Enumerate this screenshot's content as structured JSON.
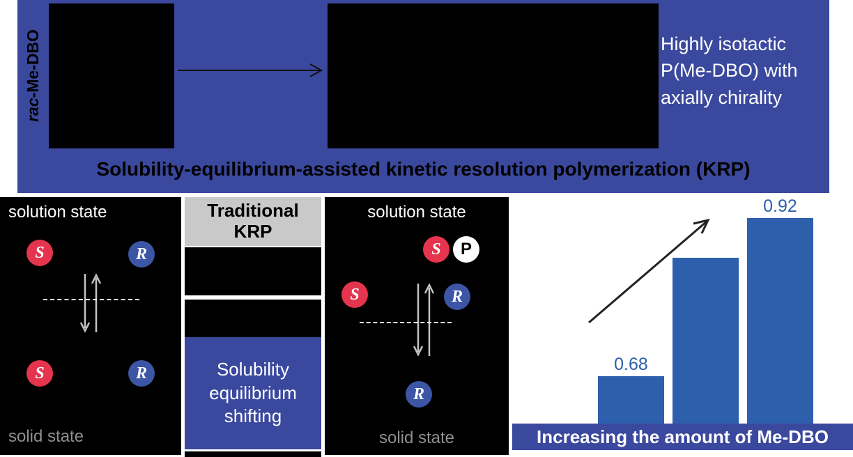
{
  "top": {
    "monomer_italic": "rac",
    "monomer_rest": "-Me-DBO",
    "product_text": "Highly isotactic P(Me-DBO) with axially chirality",
    "banner_title": "Solubility-equilibrium-assisted kinetic resolution polymerization (KRP)"
  },
  "traditional_panel": {
    "solution_label": "solution state",
    "solid_label": "solid state",
    "top_left_circle": "S",
    "top_right_circle": "R",
    "bottom_left_circle": "S",
    "bottom_right_circle": "R"
  },
  "middle_column": {
    "header": "Traditional KRP",
    "shifting_label": "Solubility equilibrium shifting"
  },
  "krp_panel": {
    "solution_label": "solution state",
    "solid_label": "solid state",
    "pair_monomer": "S",
    "pair_polymer": "P",
    "mid_left_circle": "S",
    "mid_right_circle": "R",
    "bottom_circle": "R"
  },
  "chart_data": {
    "type": "bar",
    "categories": [
      "",
      "",
      ""
    ],
    "values": [
      0.68,
      0.86,
      0.92
    ],
    "data_labels": [
      "0.68",
      "",
      "0.92"
    ],
    "caption": "Increasing the amount of Me-DBO",
    "bar_color": "#2E5FAC",
    "ylim": [
      0.61,
      0.95
    ],
    "grid": false,
    "legend": false
  },
  "colors": {
    "banner_blue": "#3A489D",
    "red_circle": "#E5344D",
    "blue_circle": "#3C55A5",
    "bar_blue": "#2E5FAC",
    "gray_header": "#C9C9C9",
    "solid_state_gray": "#8f8f8f",
    "panel_black": "#000000"
  }
}
